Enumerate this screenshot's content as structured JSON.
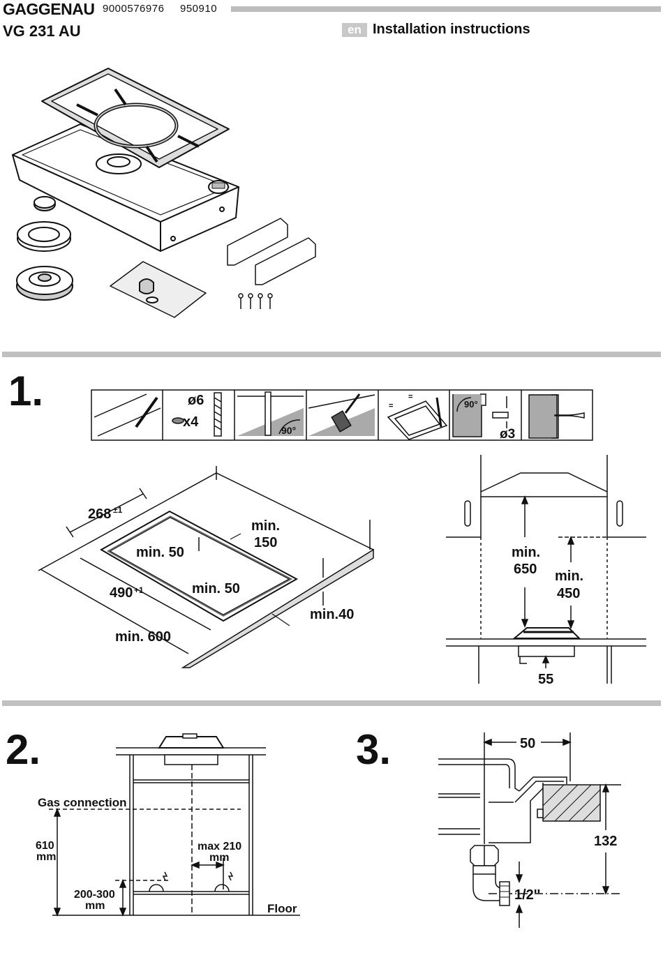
{
  "header": {
    "brand": "GAGGENAU",
    "doc_number": "9000576976",
    "doc_date": "950910",
    "model": "VG 231 AU",
    "language_badge": "en",
    "title": "Installation instructions"
  },
  "step1": {
    "number": "1.",
    "strip": {
      "drill_diameter": "ø6",
      "quantity": "x4",
      "angle_saw": "90°",
      "angle_bracket": "90°",
      "pilot_hole": "ø3",
      "equal_mark": "="
    },
    "cutout": {
      "width_base": "268",
      "width_tol": "±1",
      "length_base": "490",
      "length_tol": "+1",
      "min_front": "min. 50",
      "min_back_1": "min.",
      "min_back_2": "150",
      "min_side": "min. 50",
      "min_depth": "min. 600",
      "min_thickness": "min.40"
    },
    "hood": {
      "min_hood_1": "min.",
      "min_hood_2": "650",
      "min_cabinet_1": "min.",
      "min_cabinet_2": "450",
      "depth_below": "55"
    }
  },
  "step2": {
    "number": "2.",
    "gas_connection": "Gas connection",
    "height_1": "610",
    "height_unit": "mm",
    "offset_1": "max 210",
    "offset_unit": "mm",
    "socket_1": "200-300",
    "socket_unit": "mm",
    "floor": "Floor"
  },
  "step3": {
    "number": "3.",
    "distance": "50",
    "height": "132",
    "thread": "1/2''"
  }
}
